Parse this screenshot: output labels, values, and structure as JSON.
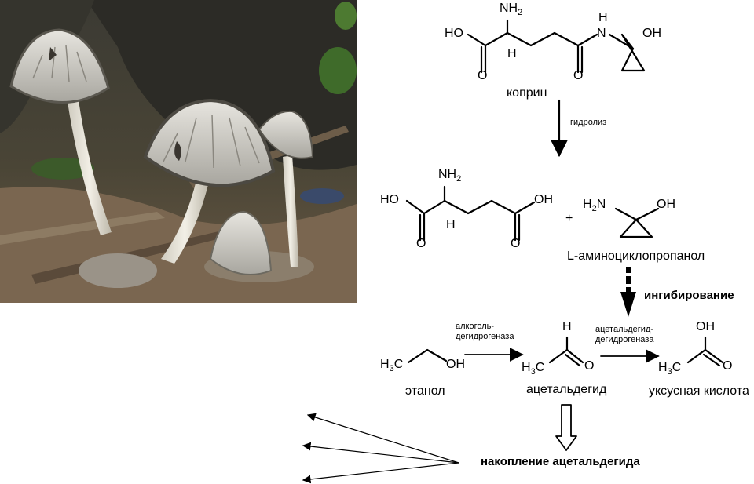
{
  "photo": {
    "subject": "coprinus-mushroom-photo"
  },
  "coprine": {
    "name": "коприн",
    "groups": {
      "amine": "NH2",
      "acid": "HO",
      "h": "H",
      "nh": "N",
      "nh_h": "H",
      "oh": "OH",
      "o1": "O",
      "o2": "O"
    }
  },
  "hydrolysis": {
    "label": "гидролиз"
  },
  "glutamic_acid": {
    "groups": {
      "amine": "NH2",
      "acid_left": "HO",
      "acid_right": "OH",
      "h": "H",
      "o1": "O",
      "o2": "O"
    }
  },
  "plus": "+",
  "aminocyclopropanol": {
    "name": "L-аминоциклопропанол",
    "groups": {
      "amine": "H2N",
      "oh": "OH"
    }
  },
  "inhibition": {
    "label": "ингибирование"
  },
  "ethanol": {
    "name": "этанол",
    "groups": {
      "methyl": "H3C",
      "oh": "OH"
    }
  },
  "adh": {
    "line1": "алкоголь-",
    "line2": "дегидрогеназа"
  },
  "acetaldehyde": {
    "name": "ацетальдегид",
    "groups": {
      "h": "H",
      "methyl": "H3C",
      "o": "O"
    }
  },
  "aldh": {
    "line1": "ацетальдегид-",
    "line2": "дегидрогеназа"
  },
  "acetic_acid": {
    "name": "уксусная кислота",
    "groups": {
      "oh": "OH",
      "methyl": "H3C",
      "o": "O"
    }
  },
  "accumulation": {
    "label": "накопление ацетальдегида"
  }
}
